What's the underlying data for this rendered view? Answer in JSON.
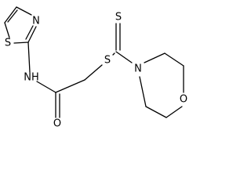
{
  "atoms": {
    "thiazole_s": "S",
    "thiazole_n": "N",
    "amide_nh": "NH",
    "carbonyl_o": "O",
    "thioether_s": "S",
    "thione_s": "S",
    "morpholine_n": "N",
    "morpholine_o": "O"
  },
  "colors": {
    "bond": "#000000",
    "label": "#000000",
    "background": "#ffffff"
  }
}
